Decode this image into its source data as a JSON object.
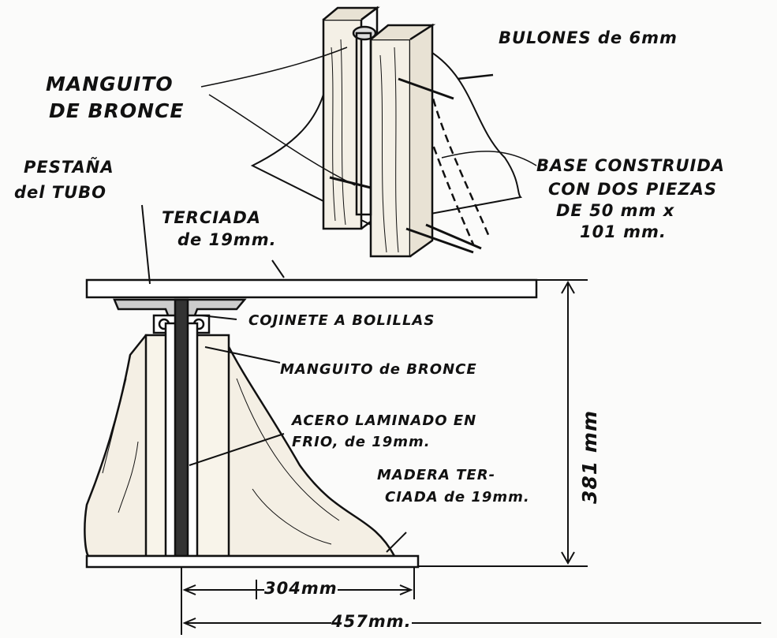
{
  "labels": {
    "bulones": "BULONES de 6mm",
    "manguito_top_1": "MANGUITO",
    "manguito_top_2": "DE BRONCE",
    "pestana_1": "PESTAÑA",
    "pestana_2": "del TUBO",
    "terciada_1": "TERCIADA",
    "terciada_2": "de 19mm.",
    "base_1": "BASE CONSTRUIDA",
    "base_2": "CON DOS PIEZAS",
    "base_3": "DE 50 mm x",
    "base_4": "101 mm.",
    "cojinete": "COJINETE A BOLILLAS",
    "manguito_side": "MANGUITO de BRONCE",
    "acero_1": "ACERO LAMINADO EN",
    "acero_2": "FRIO, de 19mm.",
    "madera_1": "MADERA TER-",
    "madera_2": "CIADA de 19mm."
  },
  "dimensions": {
    "height": "381 mm",
    "inner_width": "304mm",
    "outer_width": "457mm."
  },
  "colors": {
    "ink": "#111111",
    "paper": "#fbfbfa"
  }
}
